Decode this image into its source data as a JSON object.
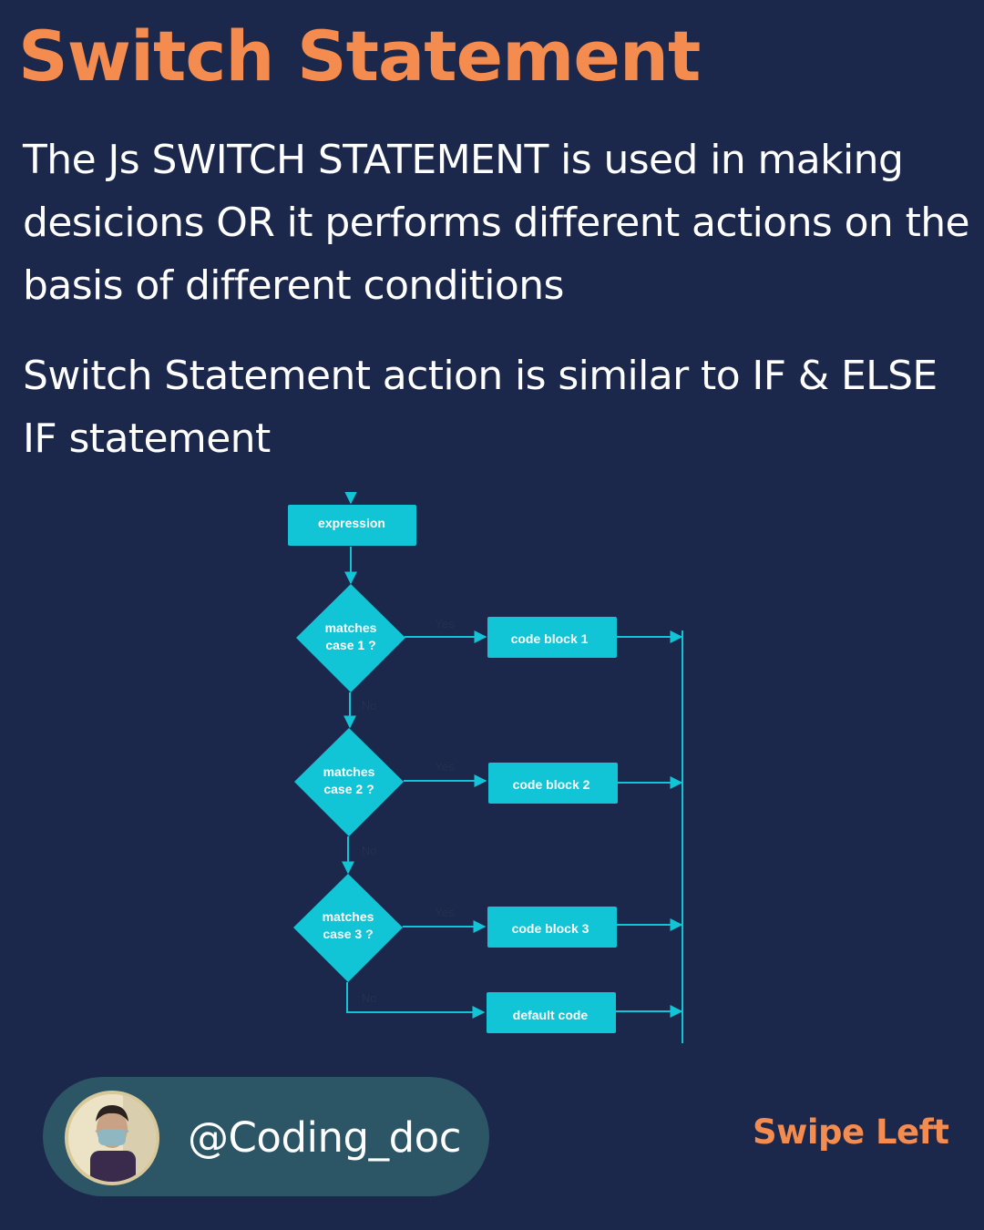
{
  "header": {
    "title": "Switch Statement"
  },
  "body": {
    "paragraph_1": "The Js SWITCH STATEMENT is used in making desicions OR it performs different actions on the basis of different conditions",
    "paragraph_2": "Switch Statement action is similar to IF & ELSE IF statement"
  },
  "flowchart": {
    "start": "expression",
    "decisions": [
      {
        "line1": "matches",
        "line2": "case 1 ?",
        "yes": "Yes",
        "no": "No",
        "block": "code block 1"
      },
      {
        "line1": "matches",
        "line2": "case 2 ?",
        "yes": "Yes",
        "no": "No",
        "block": "code block 2"
      },
      {
        "line1": "matches",
        "line2": "case 3 ?",
        "yes": "Yes",
        "no": "No",
        "block": "code block 3"
      }
    ],
    "default_block": "default code"
  },
  "footer": {
    "handle": "@Coding_doc",
    "swipe": "Swipe Left"
  },
  "colors": {
    "background": "#1b274b",
    "accent": "#f48b4f",
    "flow": "#11c4d6",
    "pill": "#2c5566"
  },
  "icons": {
    "avatar": "profile-photo"
  }
}
